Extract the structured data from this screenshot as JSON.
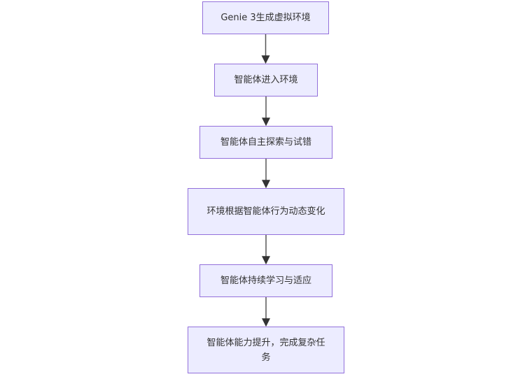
{
  "diagram": {
    "type": "flowchart",
    "direction": "top-to-bottom",
    "colors": {
      "node_fill": "#ECECFF",
      "node_border": "#9370DB",
      "text": "#333333",
      "edge": "#555555",
      "background": "#FFFFFF"
    },
    "nodes": [
      {
        "id": "n1",
        "label": "Genie 3生成虚拟环境"
      },
      {
        "id": "n2",
        "label": "智能体进入环境"
      },
      {
        "id": "n3",
        "label": "智能体自主探索与试错"
      },
      {
        "id": "n4",
        "label": "环境根据智能体行为动态变化"
      },
      {
        "id": "n5",
        "label": "智能体持续学习与适应"
      },
      {
        "id": "n6",
        "label": "智能体能力提升，完成复杂任务"
      }
    ],
    "edges": [
      {
        "from": "n1",
        "to": "n2"
      },
      {
        "from": "n2",
        "to": "n3"
      },
      {
        "from": "n3",
        "to": "n4"
      },
      {
        "from": "n4",
        "to": "n5"
      },
      {
        "from": "n5",
        "to": "n6"
      }
    ]
  }
}
